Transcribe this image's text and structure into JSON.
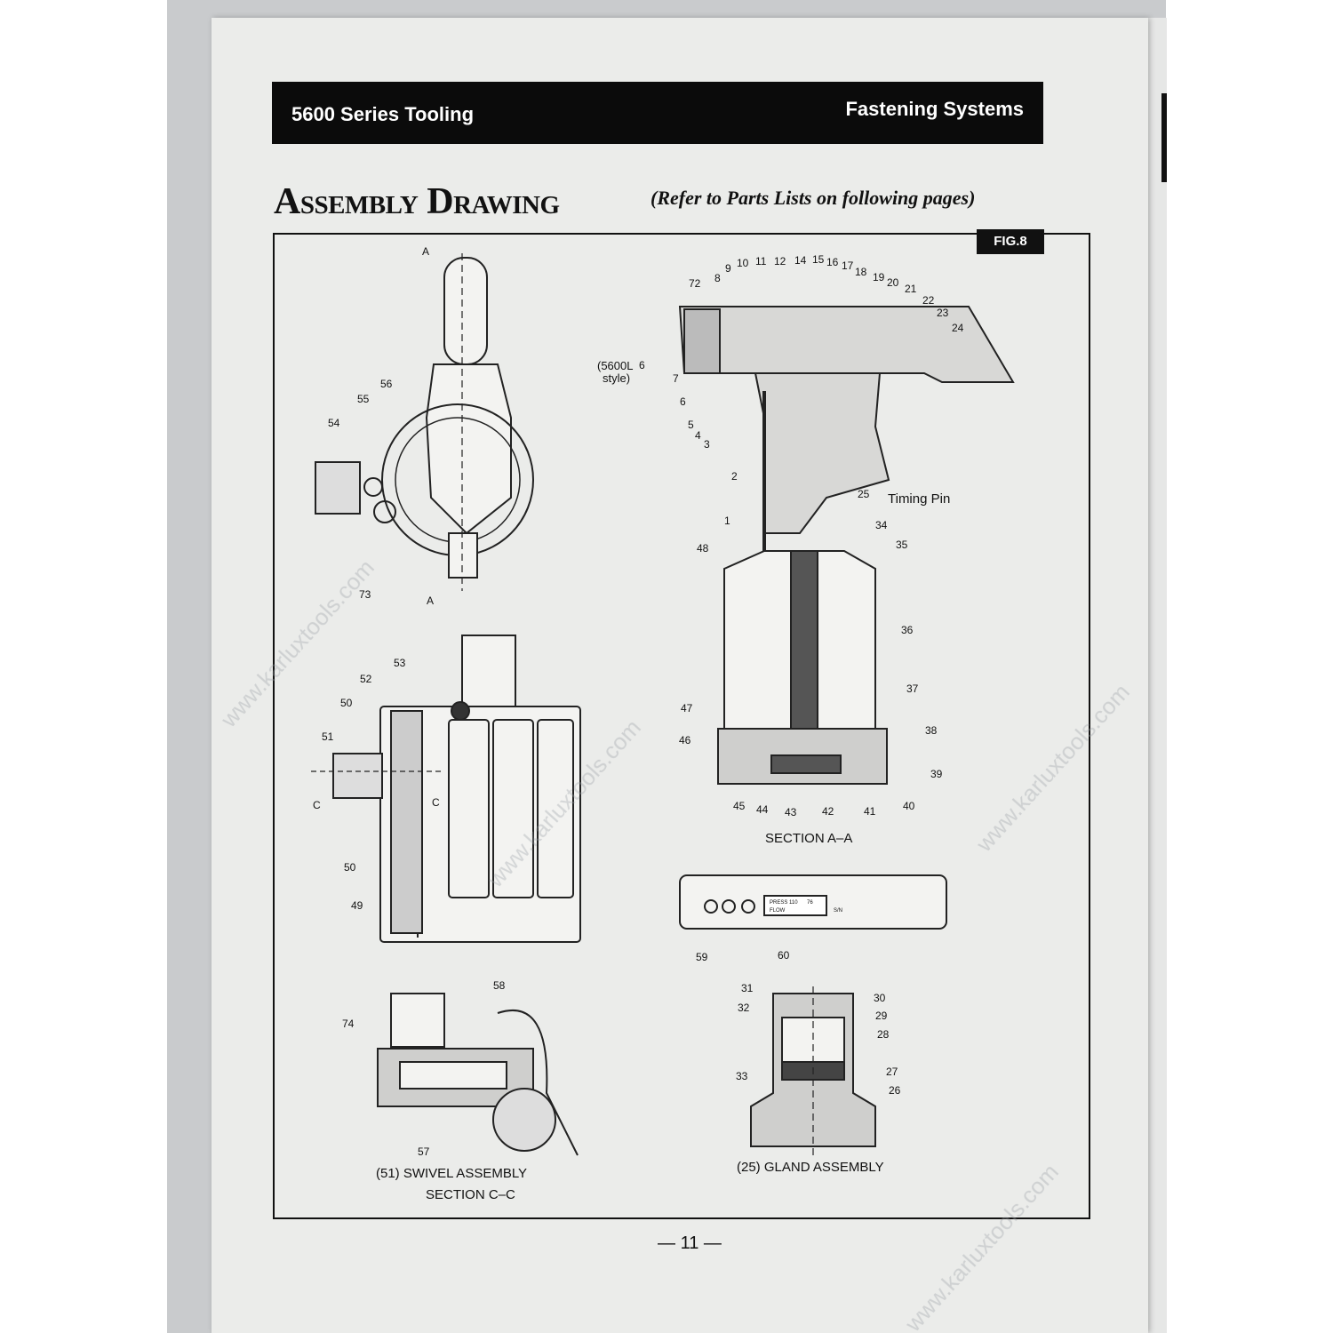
{
  "header": {
    "left_title": "5600 Series Tooling",
    "right_title": "Fastening Systems"
  },
  "heading": {
    "title": "Assembly Drawing",
    "subtitle": "(Refer to Parts Lists on following pages)"
  },
  "figure_label": "FIG.8",
  "captions": {
    "section_aa": "SECTION A–A",
    "swivel_line1": "(51) SWIVEL ASSEMBLY",
    "swivel_line2": "SECTION C–C",
    "gland": "(25) GLAND ASSEMBLY",
    "timing_pin": "Timing Pin",
    "style_note_1": "(5600L",
    "style_note_2": "style)"
  },
  "page_number": "11",
  "watermark": "www.karluxtools.com",
  "callouts": {
    "top_view": [
      "A",
      "A",
      "54",
      "55",
      "56",
      "73"
    ],
    "side_view": [
      "53",
      "52",
      "50",
      "51",
      "C",
      "C",
      "50",
      "49"
    ],
    "section_aa": [
      "72",
      "8",
      "9",
      "10",
      "11",
      "12",
      "14",
      "15",
      "16",
      "17",
      "18",
      "19",
      "20",
      "21",
      "22",
      "23",
      "24",
      "6",
      "7",
      "6",
      "5",
      "4",
      "3",
      "2",
      "1",
      "25",
      "34",
      "35",
      "48",
      "36",
      "37",
      "47",
      "46",
      "38",
      "39",
      "45",
      "44",
      "43",
      "42",
      "41",
      "40"
    ],
    "nameplate": [
      "59",
      "60"
    ],
    "nameplate_text": [
      "PRESS",
      "FLOW",
      "110",
      "76",
      "S/N"
    ],
    "swivel": [
      "58",
      "74",
      "57"
    ],
    "gland": [
      "31",
      "32",
      "30",
      "29",
      "28",
      "33",
      "27",
      "26"
    ]
  }
}
